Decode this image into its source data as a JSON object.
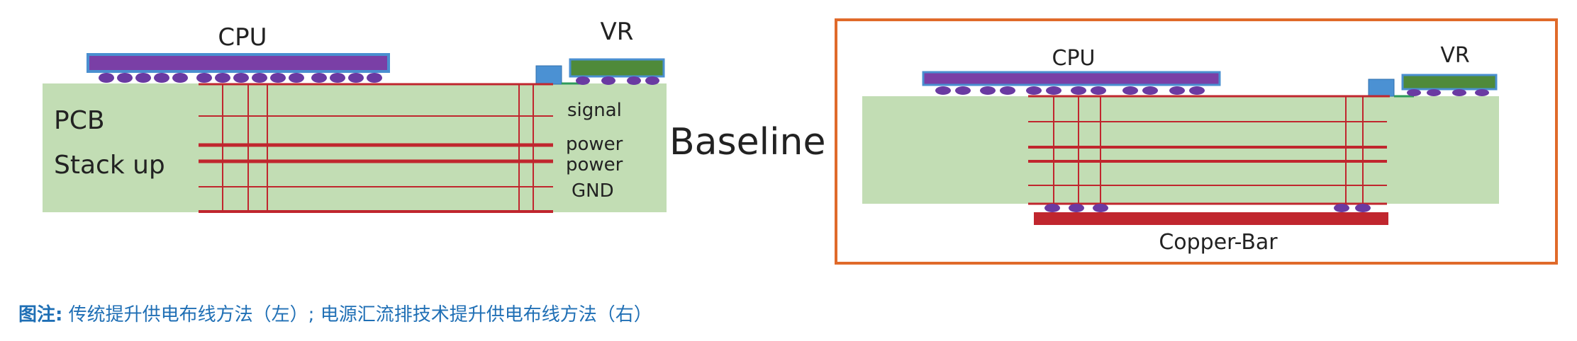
{
  "left_diagram": {
    "cpu_label": "CPU",
    "vr_label": "VR",
    "pcb_label": "PCB",
    "stackup_label": "Stack up",
    "layer_labels": [
      "signal",
      "power",
      "power",
      "GND"
    ]
  },
  "baseline_label": "Baseline",
  "right_diagram": {
    "cpu_label": "CPU",
    "vr_label": "VR",
    "copper_bar_label": "Copper-Bar"
  },
  "caption": {
    "head": "图注:",
    "text": "传统提升供电布线方法（左）;  电源汇流排技术提升供电布线方法（右）"
  },
  "colors": {
    "pcb_fill": "#c2ddb4",
    "cpu_fill": "#7a3fa6",
    "cpu_border": "#4a8fd0",
    "ball": "#6a3aa2",
    "trace": "#c0262e",
    "vr_fill": "#4f8a3a",
    "vr_cap": "#4b91d3",
    "copper_bar": "#c0262e",
    "frame": "#e06a2a",
    "caption": "#1f6fb5"
  }
}
